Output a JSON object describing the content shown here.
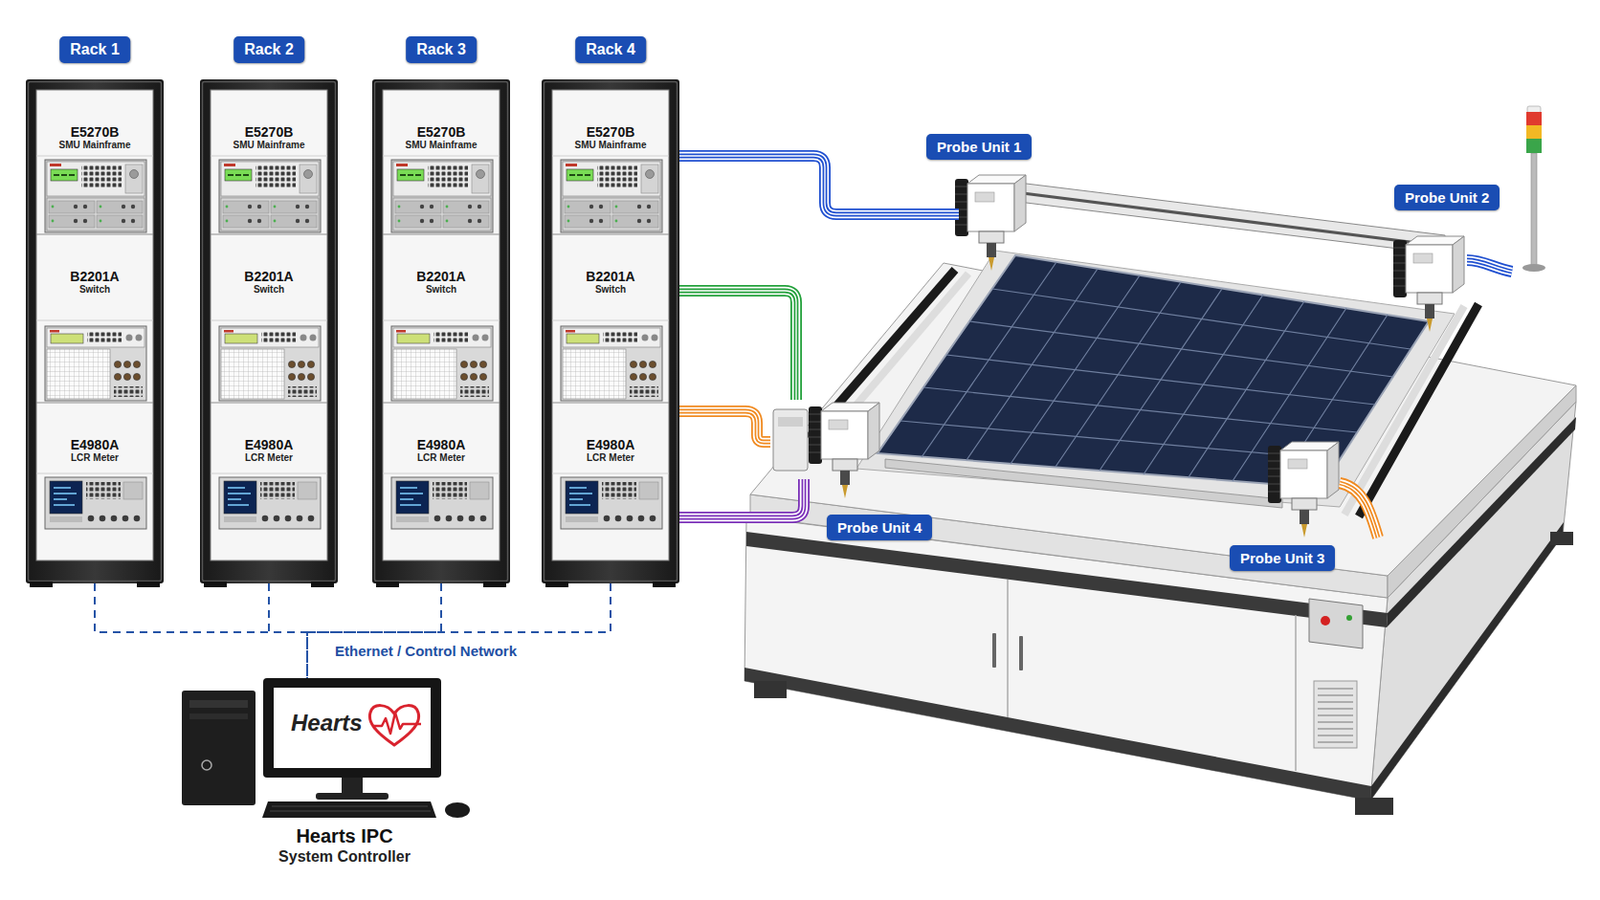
{
  "diagram": {
    "nodes": [
      {
        "text": [
          "Rack 1"
        ]
      },
      {
        "text": [
          "E5270B",
          "SMU Mainframe"
        ],
        "in": 0
      },
      {
        "text": [
          "B2201A",
          "Switch"
        ],
        "in": 0
      },
      {
        "text": [
          "E4980A",
          "LCR Meter"
        ],
        "in": 0
      },
      {
        "text": [
          "Rack 2"
        ]
      },
      {
        "text": [
          "E5270B",
          "SMU Mainframe"
        ],
        "in": 4
      },
      {
        "text": [
          "B2201A",
          "Switch"
        ],
        "in": 4
      },
      {
        "text": [
          "E4980A",
          "LCR Meter"
        ],
        "in": 4
      },
      {
        "text": [
          "Rack 3"
        ]
      },
      {
        "text": [
          "E5270B",
          "SMU Mainframe"
        ],
        "in": 8
      },
      {
        "text": [
          "B2201A",
          "Switch"
        ],
        "in": 8
      },
      {
        "text": [
          "E4980A",
          "LCR Meter"
        ],
        "in": 8
      },
      {
        "text": [
          "Rack 4"
        ]
      },
      {
        "text": [
          "E5270B",
          "SMU Mainframe"
        ],
        "in": 12
      },
      {
        "text": [
          "B2201A",
          "Switch"
        ],
        "in": 12
      },
      {
        "text": [
          "E4980A",
          "LCR Meter"
        ],
        "in": 12
      },
      {
        "text": [
          "Probe Unit 1"
        ]
      },
      {
        "text": [
          "Probe Unit 2"
        ]
      },
      {
        "text": [
          "Probe Unit 3"
        ]
      },
      {
        "text": [
          "Probe Unit 4"
        ]
      },
      {
        "text": [
          "Hearts IPC",
          "System Controller"
        ]
      }
    ],
    "edges": [
      {
        "from": 13,
        "to": 16,
        "arrow": "none"
      },
      {
        "from": 14,
        "to": 19,
        "arrow": "none"
      },
      {
        "from": 15,
        "to": 19,
        "arrow": "none"
      },
      {
        "from": 15,
        "to": 19,
        "arrow": "none"
      },
      {
        "from": 0,
        "to": 20,
        "arrow": "none"
      },
      {
        "from": 4,
        "to": 20,
        "arrow": "none"
      },
      {
        "from": 8,
        "to": 20,
        "arrow": "none"
      },
      {
        "from": 12,
        "to": 20,
        "arrow": "none"
      }
    ],
    "labels": [
      "Hearts",
      "Ethernet / Control Network"
    ]
  }
}
